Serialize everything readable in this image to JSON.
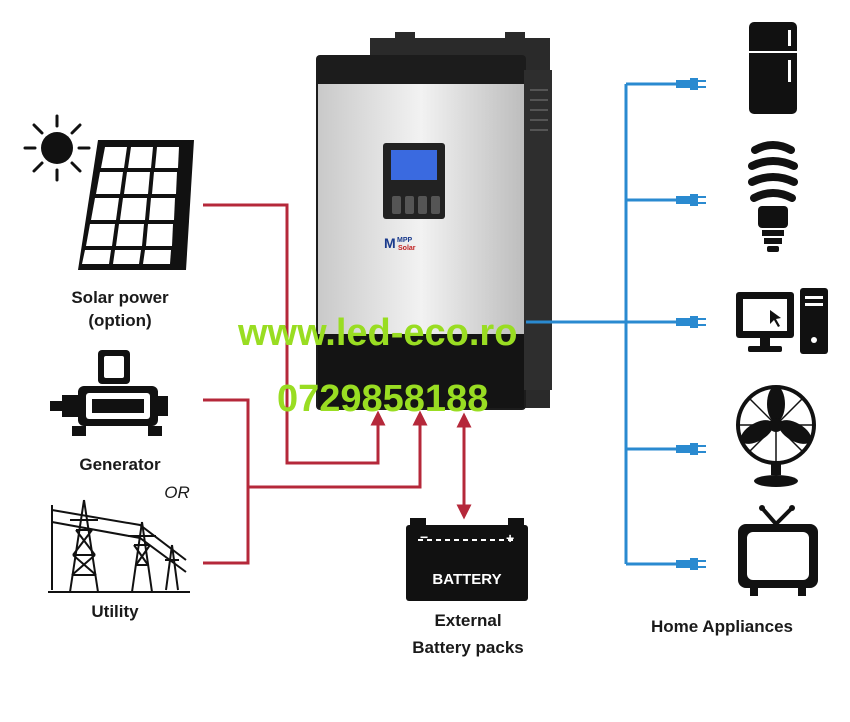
{
  "sources": {
    "solar_label_line1": "Solar power",
    "solar_label_line2": "(option)",
    "generator_label": "Generator",
    "or_label": "OR",
    "utility_label": "Utility"
  },
  "inverter": {
    "brand_line1": "MPP",
    "brand_line2": "Solar"
  },
  "battery": {
    "box_text": "BATTERY",
    "label_line1": "External",
    "label_line2": "Battery packs"
  },
  "appliances": {
    "label": "Home Appliances",
    "items": [
      "refrigerator",
      "light bulb",
      "computer",
      "fan",
      "television"
    ]
  },
  "watermark": {
    "url": "www.led-eco.ro",
    "phone": "0729858188"
  },
  "colors": {
    "input_wire": "#b5283a",
    "output_wire": "#2a8ad0",
    "watermark": "#99dd22",
    "inverter_body": "#d8d8d8",
    "inverter_frame": "#1c1c1c"
  }
}
